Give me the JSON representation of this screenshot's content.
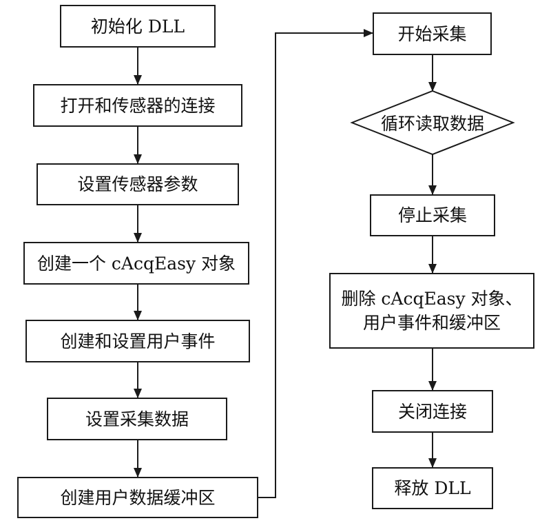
{
  "left_column": [
    "初始化 DLL",
    "打开和传感器的连接",
    "设置传感器参数",
    "创建一个 cAcqEasy 对象",
    "创建和设置用户事件",
    "设置采集数据",
    "创建用户数据缓冲区"
  ],
  "right_column": {
    "start": "开始采集",
    "loop": "循环读取数据",
    "stop": "停止采集",
    "delete_line1": "删除 cAcqEasy 对象、",
    "delete_line2": "用户事件和缓冲区",
    "close": "关闭连接",
    "release": "释放 DLL"
  },
  "colors": {
    "stroke": "#1a1a1a",
    "text": "#111111",
    "background": "#ffffff"
  }
}
